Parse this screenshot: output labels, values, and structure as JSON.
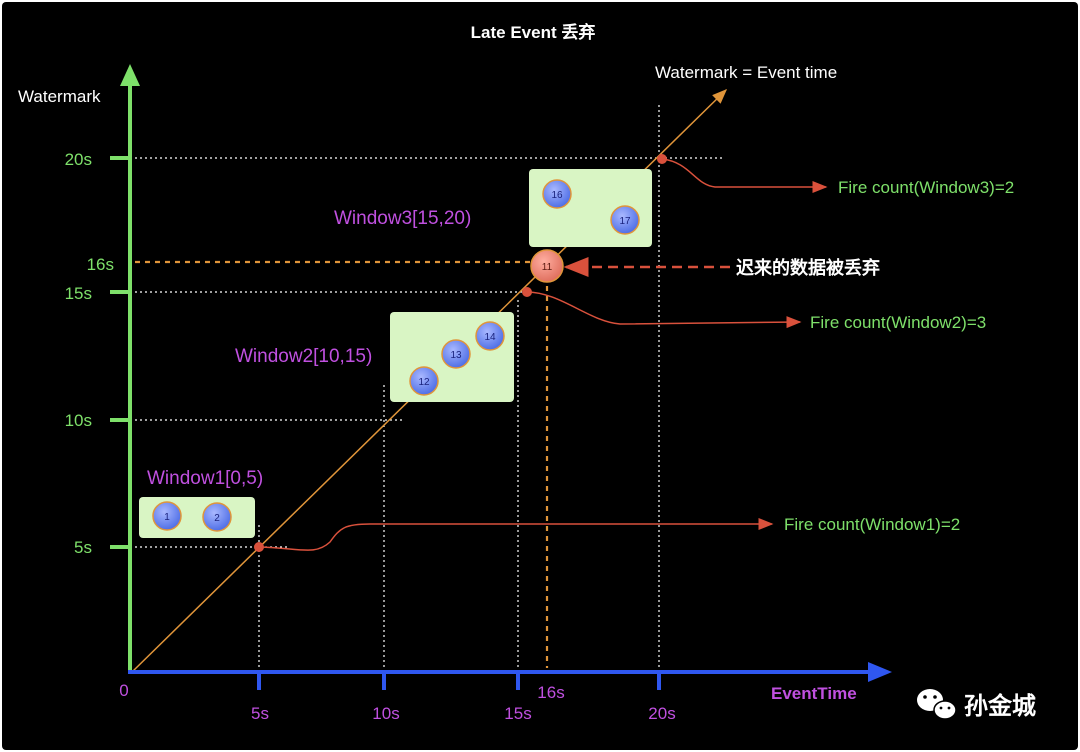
{
  "title": "Late Event 丢弃",
  "y_axis_label": "Watermark",
  "x_axis_label": "EventTime",
  "diagonal_label": "Watermark = Event time",
  "origin_label": "0",
  "y_ticks": [
    "5s",
    "10s",
    "15s",
    "16s",
    "20s"
  ],
  "x_ticks": [
    "5s",
    "10s",
    "15s",
    "16s",
    "20s"
  ],
  "windows": [
    {
      "label": "Window1[0,5)",
      "events": [
        "1",
        "2"
      ],
      "fire": "Fire count(Window1)=2"
    },
    {
      "label": "Window2[10,15)",
      "events": [
        "12",
        "13",
        "14"
      ],
      "fire": "Fire count(Window2)=3"
    },
    {
      "label": "Window3[15,20)",
      "events": [
        "16",
        "17"
      ],
      "fire": "Fire count(Window3)=2"
    }
  ],
  "late_event": {
    "value": "11",
    "note": "迟来的数据被丢弃"
  },
  "watermark_brand": "孙金城",
  "colors": {
    "axis_y": "#7ee06a",
    "axis_x": "#2f57f0",
    "diagonal": "#e0953a",
    "window_box": "#d9f5c4",
    "event_circle": "#6d86ee",
    "late_circle": "#e5776a",
    "window_label": "#c050e0",
    "fire_label": "#7ee06a",
    "red_line": "#d9513c"
  }
}
